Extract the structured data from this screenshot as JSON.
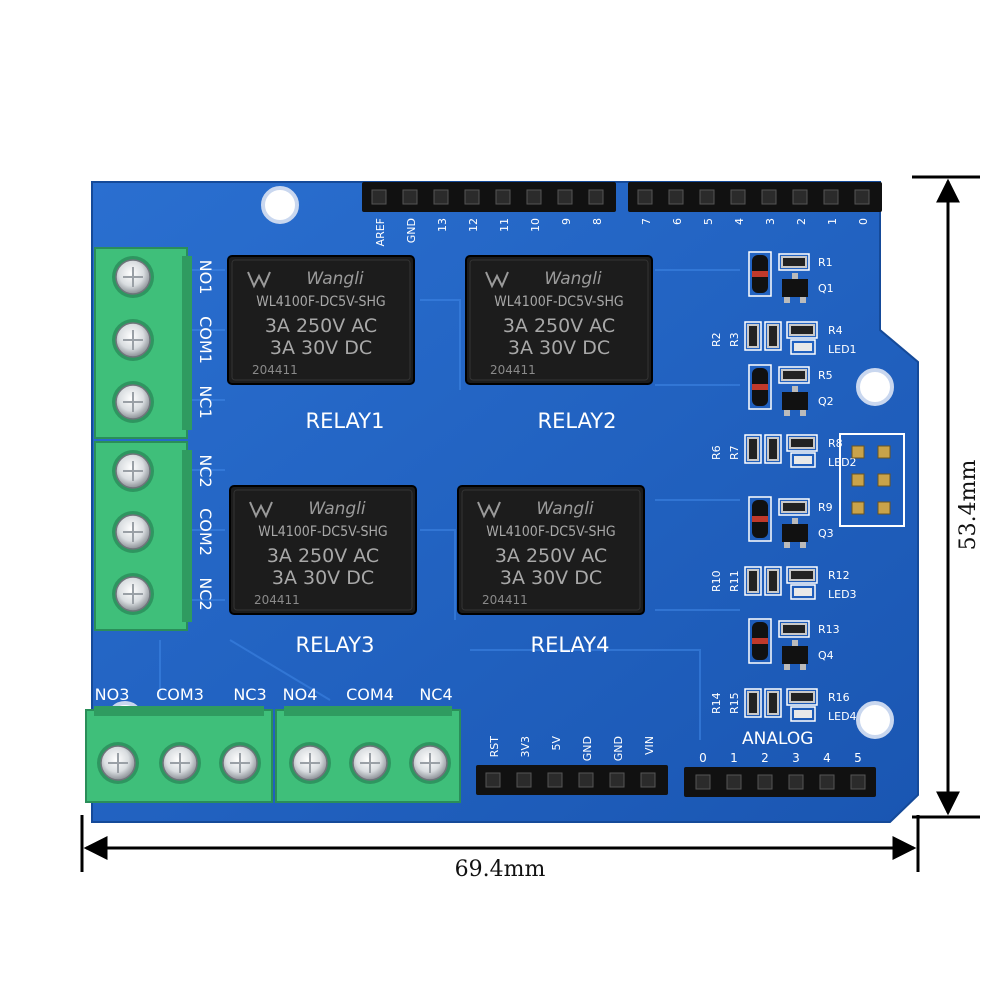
{
  "dimensions": {
    "width": "69.4mm",
    "height": "53.4mm"
  },
  "colors": {
    "pcb": "#1f63c4",
    "terminal": "#3fbf7a",
    "relay": "#1c1c1c",
    "silkscreen": "#ffffff"
  },
  "relays": [
    {
      "label": "RELAY1",
      "brand": "Wangli",
      "model": "WL4100F-DC5V-SHG",
      "rating_ac": "3A 250V AC",
      "rating_dc": "3A 30V DC",
      "code": "204411"
    },
    {
      "label": "RELAY2",
      "brand": "Wangli",
      "model": "WL4100F-DC5V-SHG",
      "rating_ac": "3A 250V AC",
      "rating_dc": "3A 30V DC",
      "code": "204411"
    },
    {
      "label": "RELAY3",
      "brand": "Wangli",
      "model": "WL4100F-DC5V-SHG",
      "rating_ac": "3A 250V AC",
      "rating_dc": "3A 30V DC",
      "code": "204411"
    },
    {
      "label": "RELAY4",
      "brand": "Wangli",
      "model": "WL4100F-DC5V-SHG",
      "rating_ac": "3A 250V AC",
      "rating_dc": "3A 30V DC",
      "code": "204411"
    }
  ],
  "left_terminals": [
    "NO1",
    "COM1",
    "NC1",
    "NC2",
    "COM2",
    "NC2"
  ],
  "bottom_terminals": [
    "NO3",
    "COM3",
    "NC3",
    "NO4",
    "COM4",
    "NC4"
  ],
  "top_header_left": [
    "AREF",
    "GND",
    "13",
    "12",
    "11",
    "10",
    "9",
    "8"
  ],
  "top_header_right": [
    "7",
    "6",
    "5",
    "4",
    "3",
    "2",
    "1",
    "0"
  ],
  "power_header": [
    "RST",
    "3V3",
    "5V",
    "GND",
    "GND",
    "VIN"
  ],
  "analog_label": "ANALOG",
  "analog_header": [
    "0",
    "1",
    "2",
    "3",
    "4",
    "5"
  ],
  "components": {
    "resistors": [
      "R1",
      "R2",
      "R3",
      "R4",
      "R5",
      "R6",
      "R7",
      "R8",
      "R9",
      "R10",
      "R11",
      "R12",
      "R13",
      "R14",
      "R15",
      "R16"
    ],
    "transistors": [
      "Q1",
      "Q2",
      "Q3",
      "Q4"
    ],
    "leds": [
      "LED1",
      "LED2",
      "LED3",
      "LED4"
    ]
  }
}
